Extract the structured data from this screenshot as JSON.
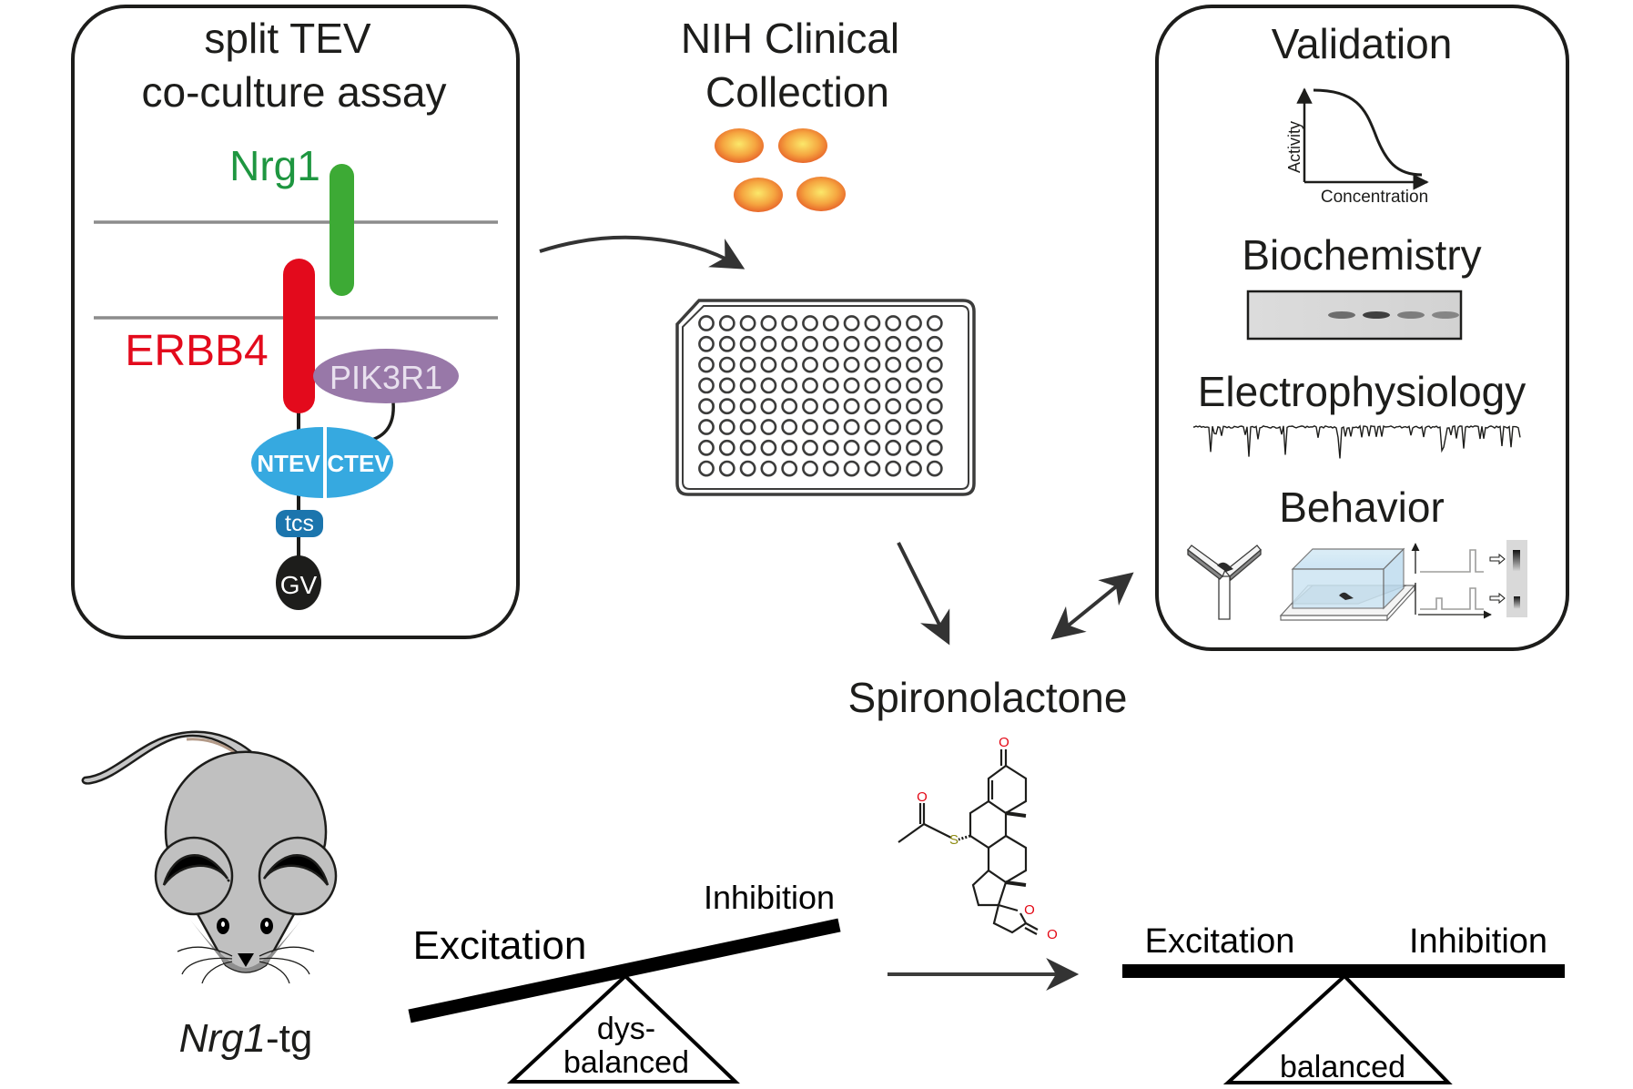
{
  "assay_panel": {
    "title_line1": "split TEV",
    "title_line2": "co-culture assay",
    "ligand_label": "Nrg1",
    "receptor_label": "ERBB4",
    "adaptor_label": "PIK3R1",
    "ntev_label": "NTEV",
    "ctev_label": "CTEV",
    "tcs_label": "tcs",
    "gv_label": "GV",
    "colors": {
      "ligand": "#3daa35",
      "ligand_text": "#1e9640",
      "receptor": "#e30a1c",
      "adaptor": "#9878a8",
      "tev": "#36a9e0",
      "tcs": "#1b75ad",
      "gv": "#1d1d1b",
      "membrane": "#8c8c8c"
    }
  },
  "library": {
    "title_line1": "NIH Clinical",
    "title_line2": "Collection",
    "compound_count_shown": 4,
    "plate_rows": 8,
    "plate_cols": 12,
    "compound_color": "#f29132"
  },
  "validation_panel": {
    "validation_title": "Validation",
    "curve_ylabel": "Activity",
    "curve_xlabel": "Concentration",
    "biochemistry_title": "Biochemistry",
    "blot_lanes": 6,
    "blot_band_intensity": [
      0,
      0,
      0.6,
      0.9,
      0.5,
      0.45
    ],
    "electrophysiology_title": "Electrophysiology",
    "behavior_title": "Behavior",
    "behavior_tests": [
      "y-maze",
      "open-field",
      "prepulse-inhibition"
    ]
  },
  "hit": {
    "compound_name": "Spironolactone",
    "atom_labels": {
      "oxygen": "O",
      "sulfur": "S"
    },
    "colors": {
      "oxygen": "#e30613",
      "sulfur": "#8c8a10"
    }
  },
  "model": {
    "mouse_label_italic": "Nrg1",
    "mouse_label_suffix": "-tg"
  },
  "balance_before": {
    "left_label": "Excitation",
    "right_label": "Inhibition",
    "fulcrum_line1": "dys-",
    "fulcrum_line2": "balanced"
  },
  "balance_after": {
    "left_label": "Excitation",
    "right_label": "Inhibition",
    "fulcrum_label": "balanced"
  }
}
